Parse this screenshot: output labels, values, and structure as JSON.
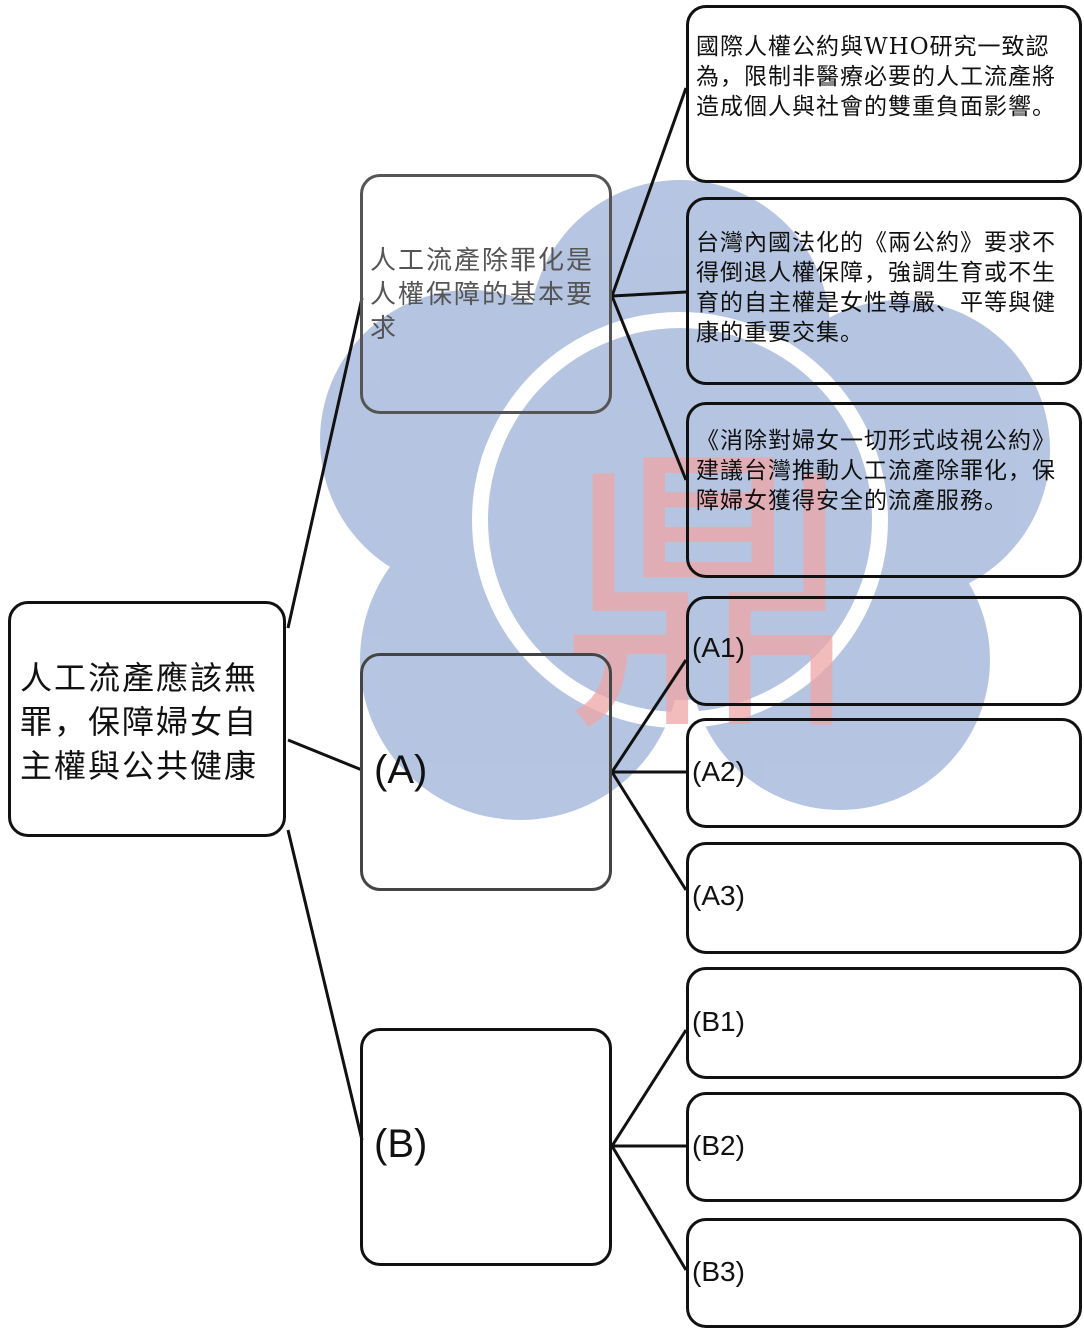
{
  "root": {
    "label": "人工流產應該無罪，保障婦女自主權與公共健康"
  },
  "branch1": {
    "label": "人工流產除罪化是人權保障的基本要求",
    "leaves": [
      "國際人權公約與WHO研究一致認為，限制非醫療必要的人工流產將造成個人與社會的雙重負面影響。",
      "台灣內國法化的《兩公約》要求不得倒退人權保障，強調生育或不生育的自主權是女性尊嚴、平等與健康的重要交集。",
      "《消除對婦女一切形式歧視公約》建議台灣推動人工流產除罪化，保障婦女獲得安全的流產服務。"
    ]
  },
  "branchA": {
    "label": "(A)",
    "leaves": [
      "(A1)",
      "(A2)",
      "(A3)"
    ]
  },
  "branchB": {
    "label": "(B)",
    "leaves": [
      "(B1)",
      "(B2)",
      "(B3)"
    ]
  },
  "colors": {
    "stroke": "#111111",
    "watermark_blue": "#a9bbdc",
    "watermark_red": "#f0a6a6"
  },
  "watermark": {
    "glyph": "鼎"
  }
}
